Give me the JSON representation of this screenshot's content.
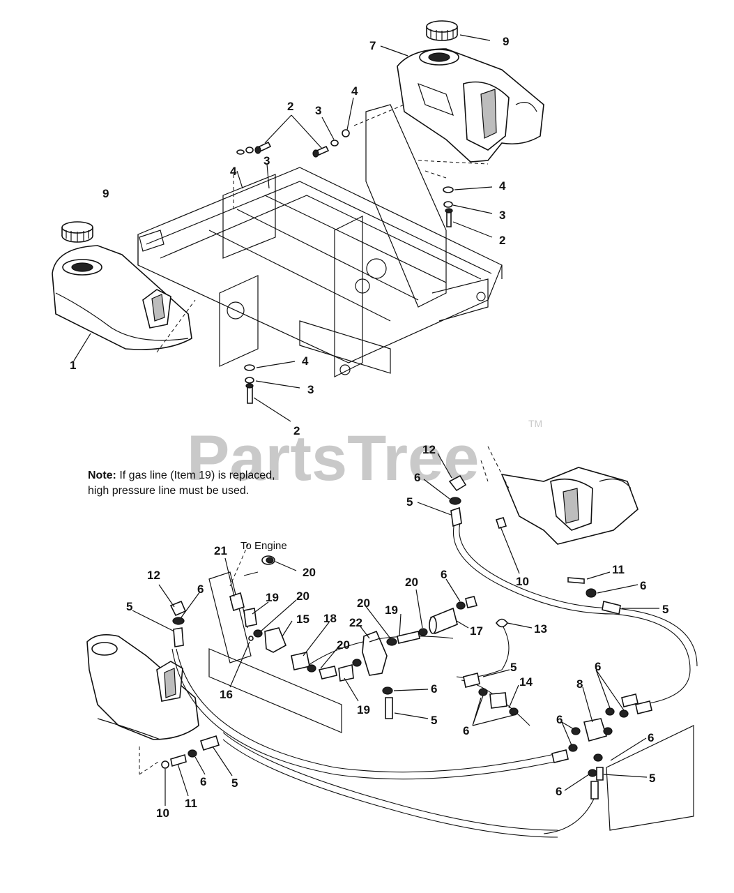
{
  "watermark": {
    "brand": "PartsTree",
    "tm": "TM"
  },
  "note": {
    "label": "Note:",
    "line1": " If gas line (Item 19) is replaced,",
    "line2": "high pressure line must be used."
  },
  "annotations": {
    "to_engine": "To Engine"
  },
  "callouts": {
    "c9_top": "9",
    "c7": "7",
    "c2_top": "2",
    "c3_top": "3",
    "c4_top": "4",
    "c4_left": "4",
    "c3_left": "3",
    "c4_right": "4",
    "c3_right": "3",
    "c2_right": "2",
    "c9_left": "9",
    "c1": "1",
    "c4_bottom": "4",
    "c3_bottom": "3",
    "c2_bottom": "2",
    "c12_right": "12",
    "c6_right_top": "6",
    "c5_right_top": "5",
    "c10_right": "10",
    "c11_right": "11",
    "c6_right_mid": "6",
    "c5_right_mid": "5",
    "c21": "21",
    "c20_a": "20",
    "c19_a": "19",
    "c20_b": "20",
    "c15": "15",
    "c18": "18",
    "c22": "22",
    "c20_c": "20",
    "c19_b": "19",
    "c20_d": "20",
    "c6_f": "6",
    "c17": "17",
    "c13": "13",
    "c20_e": "20",
    "c19_c": "19",
    "c16": "16",
    "c12_left": "12",
    "c6_left": "6",
    "c5_left": "5",
    "c6_mid": "6",
    "c5_mid": "5",
    "c5_filter": "5",
    "c14": "14",
    "c6_filter": "6",
    "c8": "8",
    "c6_tee_l": "6",
    "c6_tee_r": "6",
    "c6_tee_b": "6",
    "c5_tee": "5",
    "c6_bottom": "6",
    "c10_left": "10",
    "c11_left": "11",
    "c6_left_b": "6",
    "c5_left_b": "5"
  }
}
